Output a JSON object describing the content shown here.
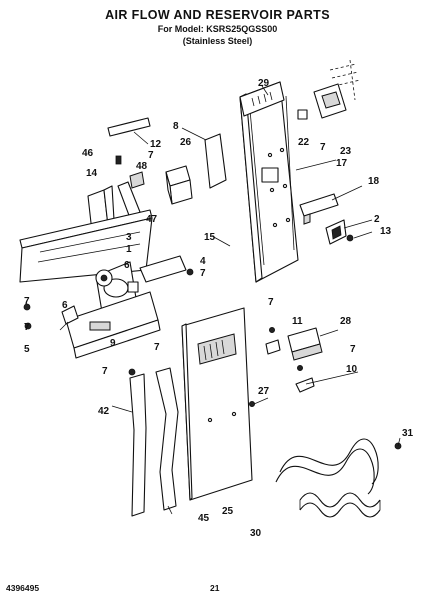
{
  "header": {
    "title": "AIR FLOW AND RESERVOIR PARTS",
    "model_line": "For Model: KSRS25QGSS00",
    "finish_line": "(Stainless Steel)"
  },
  "footer": {
    "doc_number": "4396495",
    "page_number": "21"
  },
  "callouts": {
    "c1": "1",
    "c2": "2",
    "c3": "3",
    "c4": "4",
    "c5": "5",
    "c6": "6",
    "c6b": "6",
    "c7a": "7",
    "c7b": "7",
    "c7c": "7",
    "c7d": "7",
    "c7e": "7",
    "c7f": "7",
    "c7g": "7",
    "c7h": "7",
    "c7i": "7",
    "c8": "8",
    "c9": "9",
    "c10": "10",
    "c11": "11",
    "c12": "12",
    "c13": "13",
    "c14": "14",
    "c15": "15",
    "c17": "17",
    "c18": "18",
    "c22": "22",
    "c23": "23",
    "c25": "25",
    "c26": "26",
    "c27": "27",
    "c28": "28",
    "c29": "29",
    "c30": "30",
    "c31": "31",
    "c42": "42",
    "c45": "45",
    "c46": "46",
    "c47": "47",
    "c48": "48"
  }
}
